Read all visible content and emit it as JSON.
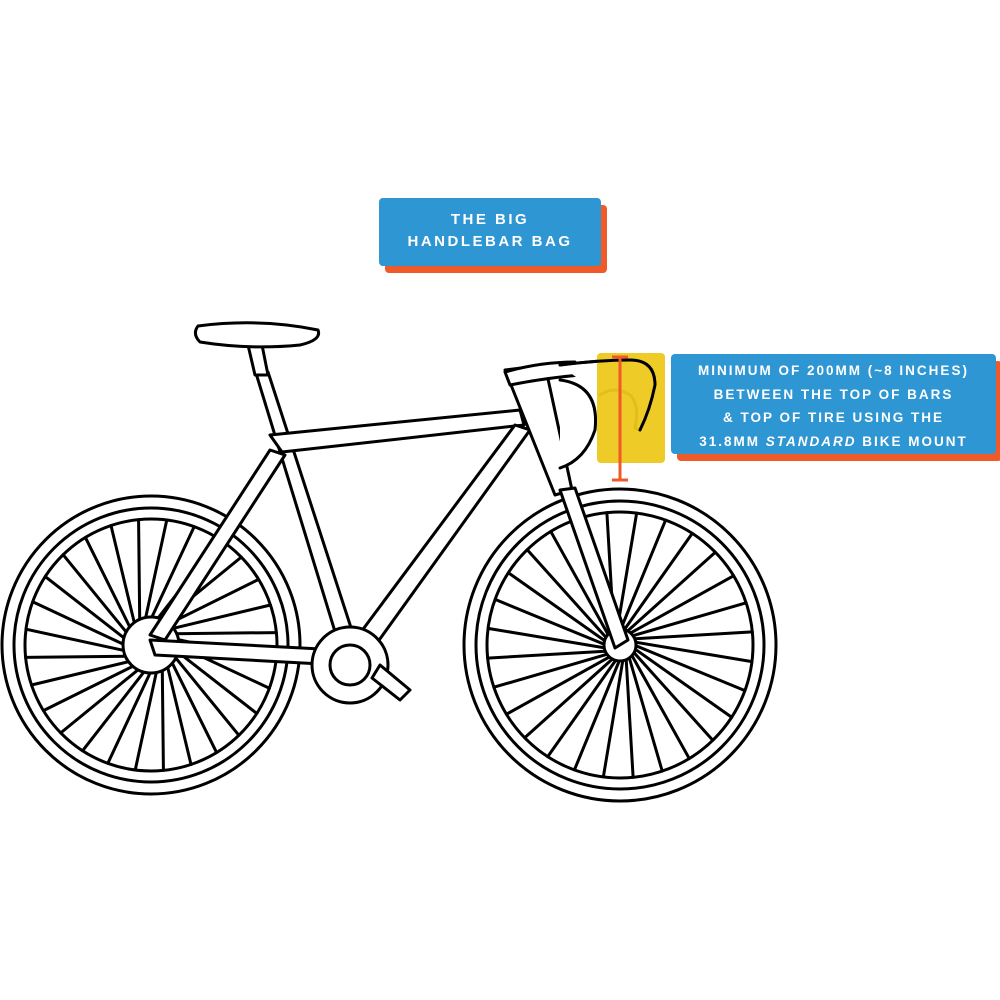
{
  "title_label": {
    "line1": "THE BIG",
    "line2": "HANDLEBAR BAG"
  },
  "note": {
    "line1": "MINIMUM OF 200MM (~8 INCHES)",
    "line2": "BETWEEN THE TOP OF BARS",
    "line3": "& TOP OF TIRE USING THE",
    "line4_prefix": "31.8MM ",
    "line4_italic": "STANDARD",
    "line4_suffix": " BIKE MOUNT"
  },
  "colors": {
    "label_bg": "#2e96d3",
    "label_shadow": "#ef5a2a",
    "bag": "#edc81b",
    "measure": "#ef5a2a"
  }
}
